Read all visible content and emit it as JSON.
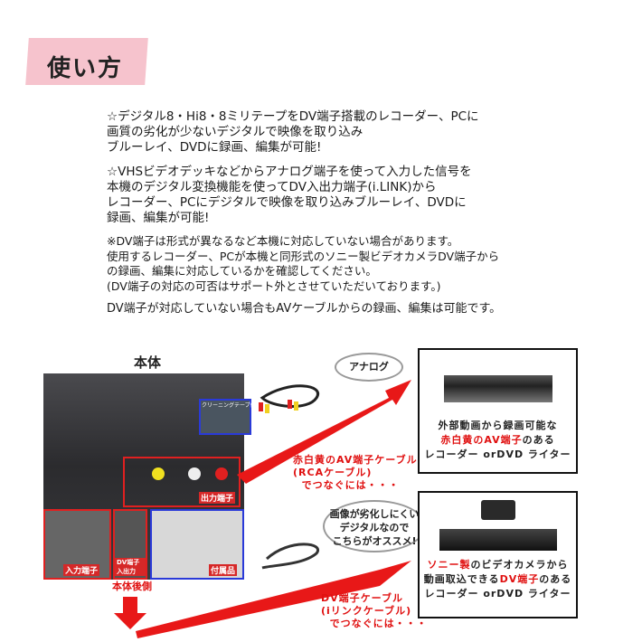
{
  "heading": "使い方",
  "paragraphs": [
    "☆デジタル8・Hi8・8ミリテープをDV端子搭載のレコーダー、PCに\n画質の劣化が少ないデジタルで映像を取り込み\nブルーレイ、DVDに録画、編集が可能!",
    "☆VHSビデオデッキなどからアナログ端子を使って入力した信号を\n本機のデジタル変換機能を使ってDV入出力端子(i.LINK)から\nレコーダー、PCにデジタルで映像を取り込みブルーレイ、DVDに\n録画、編集が可能!",
    "※DV端子は形式が異なるなど本機に対応していない場合があります。\n使用するレコーダー、PCが本機と同形式のソニー製ビデオカメラDV端子から\nの録画、編集に対応しているかを確認してください。\n(DV端子の対応の可否はサポート外とさせていただいております。)",
    "DV端子が対応していない場合もAVケーブルからの録画、編集は可能です。"
  ],
  "device": {
    "title": "本体",
    "labels": {
      "cleaning": "クリーニングテープ付",
      "output": "出力端子",
      "input": "入力端子",
      "dv_io": "DV端子入出力",
      "accessories": "付属品",
      "rear": "本体後側"
    }
  },
  "analog": {
    "bubble": "アナログ",
    "cable": "赤白黄のAV端子ケーブル\n(RCAケーブル)\n  でつなぐには・・・",
    "box": {
      "line1": "外部動画から録画可能な",
      "line2_red": "赤白黄のAV端子",
      "line2_rest": "のある",
      "line3": "レコーダー orDVD ライター"
    }
  },
  "digital": {
    "bubble1": "画像が劣化しにくい",
    "bubble2": "デジタルなので",
    "bubble3": "こちらがオススメ!",
    "cable": "DV端子ケーブル\n(iリンクケーブル)\n  でつなぐには・・・",
    "box": {
      "line1_red": "ソニー製",
      "line1_rest": "のビデオカメラから",
      "line2_pre": "動画取込できる",
      "line2_red": "DV端子",
      "line2_rest": "のある",
      "line3": "レコーダー orDVD ライター"
    }
  },
  "colors": {
    "accent_red": "#e01010",
    "heading_bg": "#f6c3cd",
    "frame_blue": "#2a3ad8"
  }
}
